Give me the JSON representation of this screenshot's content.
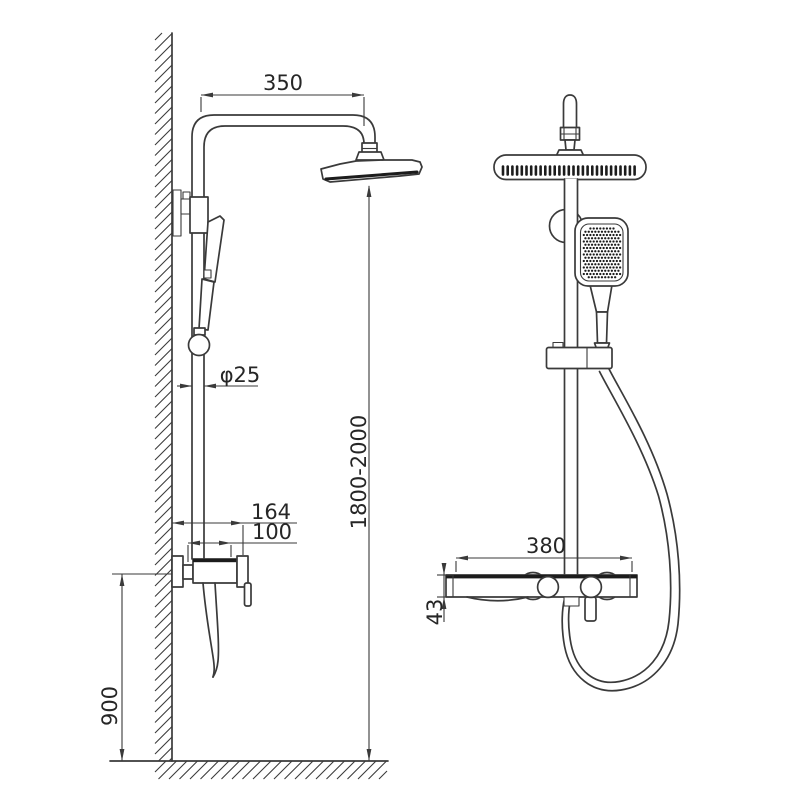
{
  "diagram": {
    "kind": "shower-set-installation-drawing",
    "colors": {
      "line": "#3a3a3a",
      "dark_fill": "#1c1c1c",
      "background": "#ffffff"
    },
    "side_view": {
      "dim_arm_length": "350",
      "dim_pipe_diameter": "φ25",
      "dim_install_height": "1800-2000",
      "dim_valve_depth_total": "164",
      "dim_valve_depth_body": "100",
      "dim_valve_height_from_floor": "900"
    },
    "front_view": {
      "dim_valve_width": "380",
      "dim_valve_height": "43"
    }
  }
}
